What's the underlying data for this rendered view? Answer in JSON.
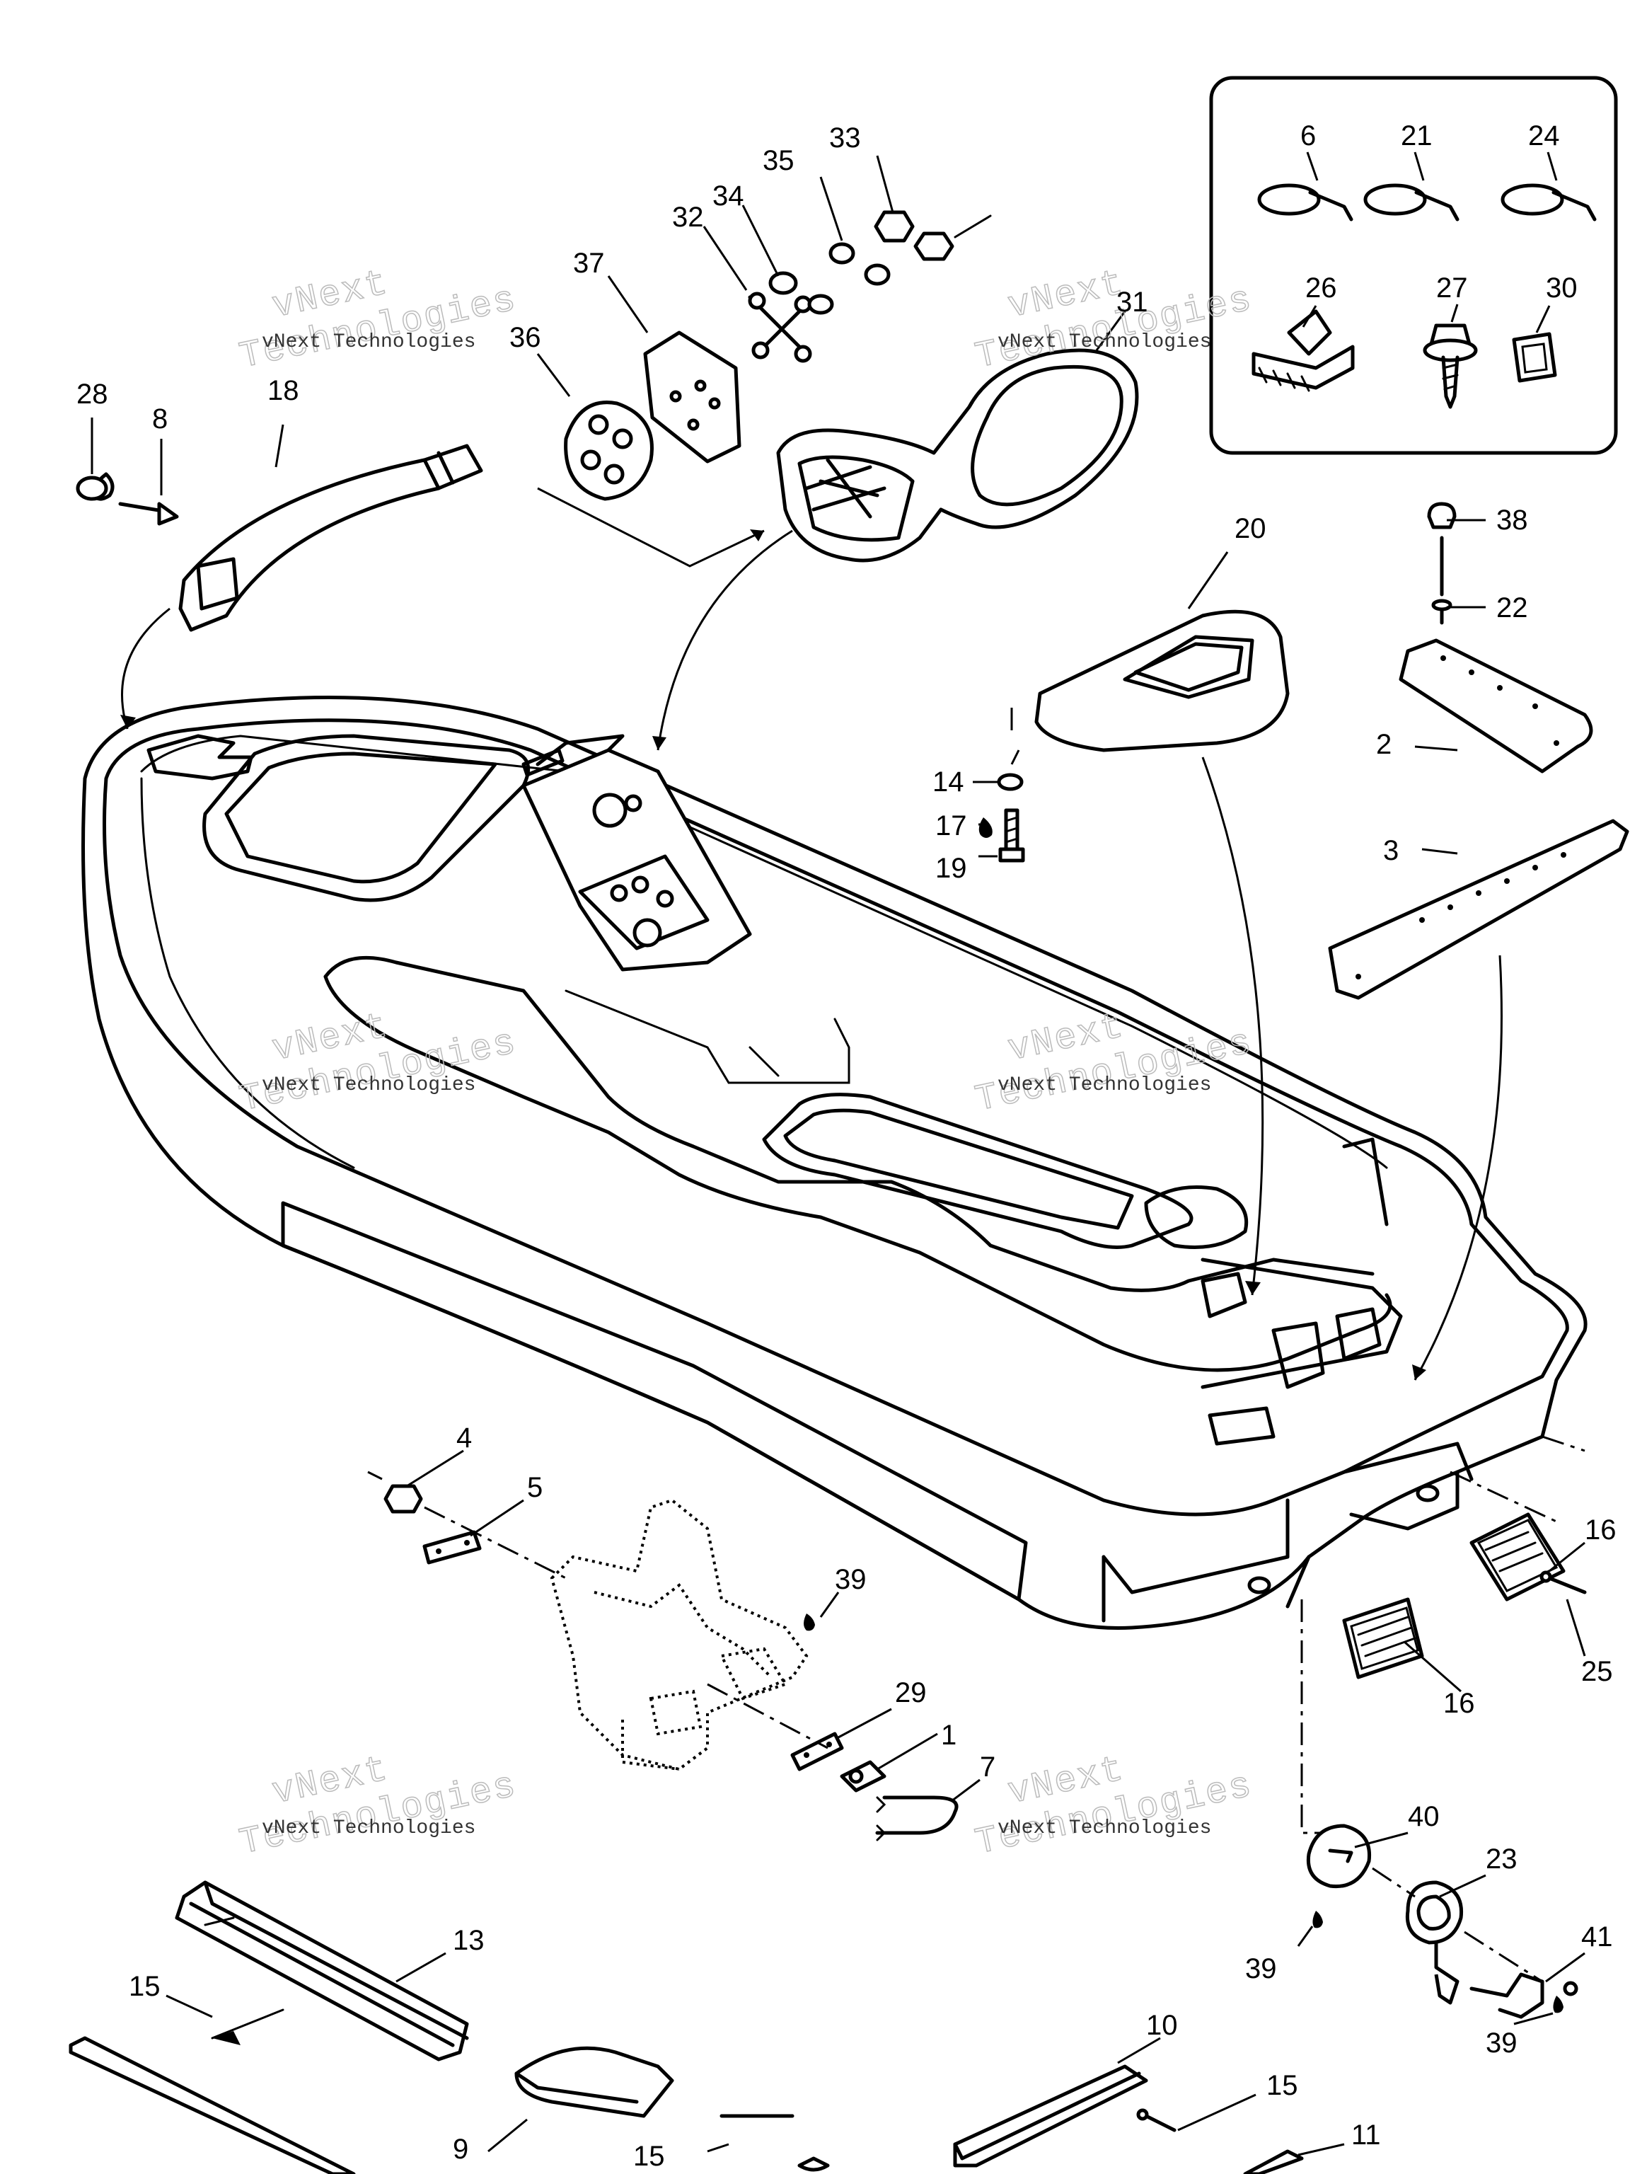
{
  "diagram": {
    "watermark": {
      "company": "vNext Technologies",
      "line1": "vNext",
      "line2": "Technologies"
    },
    "callouts": [
      {
        "id": "c1",
        "label": "1"
      },
      {
        "id": "c2",
        "label": "2"
      },
      {
        "id": "c3",
        "label": "3"
      },
      {
        "id": "c4",
        "label": "4"
      },
      {
        "id": "c5",
        "label": "5"
      },
      {
        "id": "c6",
        "label": "6"
      },
      {
        "id": "c7",
        "label": "7"
      },
      {
        "id": "c8",
        "label": "8"
      },
      {
        "id": "c9",
        "label": "9"
      },
      {
        "id": "c10",
        "label": "10"
      },
      {
        "id": "c11",
        "label": "11"
      },
      {
        "id": "c13",
        "label": "13"
      },
      {
        "id": "c14",
        "label": "14"
      },
      {
        "id": "c15a",
        "label": "15"
      },
      {
        "id": "c15b",
        "label": "15"
      },
      {
        "id": "c15c",
        "label": "15"
      },
      {
        "id": "c16a",
        "label": "16"
      },
      {
        "id": "c16b",
        "label": "16"
      },
      {
        "id": "c17",
        "label": "17"
      },
      {
        "id": "c18",
        "label": "18"
      },
      {
        "id": "c19",
        "label": "19"
      },
      {
        "id": "c20",
        "label": "20"
      },
      {
        "id": "c21",
        "label": "21"
      },
      {
        "id": "c22",
        "label": "22"
      },
      {
        "id": "c23",
        "label": "23"
      },
      {
        "id": "c24",
        "label": "24"
      },
      {
        "id": "c25",
        "label": "25"
      },
      {
        "id": "c26",
        "label": "26"
      },
      {
        "id": "c27",
        "label": "27"
      },
      {
        "id": "c28",
        "label": "28"
      },
      {
        "id": "c29",
        "label": "29"
      },
      {
        "id": "c30",
        "label": "30"
      },
      {
        "id": "c31",
        "label": "31"
      },
      {
        "id": "c32",
        "label": "32"
      },
      {
        "id": "c33",
        "label": "33"
      },
      {
        "id": "c34",
        "label": "34"
      },
      {
        "id": "c35",
        "label": "35"
      },
      {
        "id": "c36",
        "label": "36"
      },
      {
        "id": "c37",
        "label": "37"
      },
      {
        "id": "c38",
        "label": "38"
      },
      {
        "id": "c39a",
        "label": "39"
      },
      {
        "id": "c39b",
        "label": "39"
      },
      {
        "id": "c39c",
        "label": "39"
      },
      {
        "id": "c40",
        "label": "40"
      },
      {
        "id": "c41",
        "label": "41"
      }
    ]
  }
}
